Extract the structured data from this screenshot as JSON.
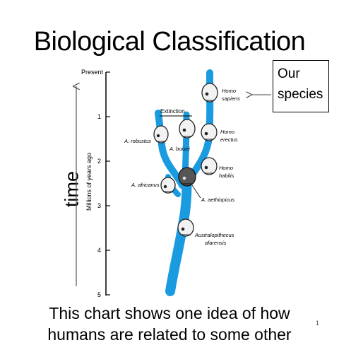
{
  "slide": {
    "title": "Biological Classification",
    "axis_arrow_label": "time",
    "y_axis_label": "Millions of years ago",
    "ticks": [
      "Present",
      "1",
      "2",
      "3",
      "4",
      "5"
    ],
    "extinction_label": "Extinction",
    "callout": {
      "line1": "Our",
      "line2": "species"
    },
    "species": {
      "homo_sapiens": [
        "Homo",
        "sapiens"
      ],
      "homo_erectus": [
        "Homo",
        "erectus"
      ],
      "homo_habilis": [
        "Homo",
        "habilis"
      ],
      "a_robustus": "A. robustus",
      "a_boisei": "A. boisei",
      "a_africanus": "A. africanus",
      "a_aethiopicus": "A. aethiopicus",
      "australopithecus_afarensis": [
        "Australopithecus",
        "afarensis"
      ]
    },
    "caption": {
      "line1": "This chart shows one idea of how",
      "line2": "humans are related to some other"
    },
    "slide_number": "1",
    "colors": {
      "tree": "#1a9be0",
      "skull": "#222222"
    }
  }
}
